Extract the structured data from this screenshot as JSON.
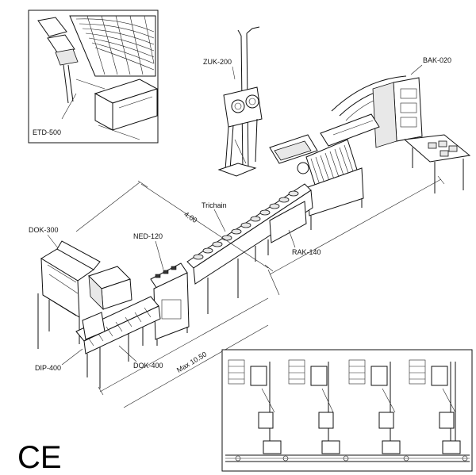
{
  "labels": {
    "etd": "ETD-500",
    "zuk": "ZUK-200",
    "bak": "BAK-020",
    "trichain": "Trichain",
    "dim_400": "4.00",
    "dok300": "DOK-300",
    "ned": "NED-120",
    "rak": "RAK-140",
    "dip": "DIP-400",
    "dok400": "DOK-400",
    "dim_max": "Max 10.50",
    "ce": "CE"
  }
}
